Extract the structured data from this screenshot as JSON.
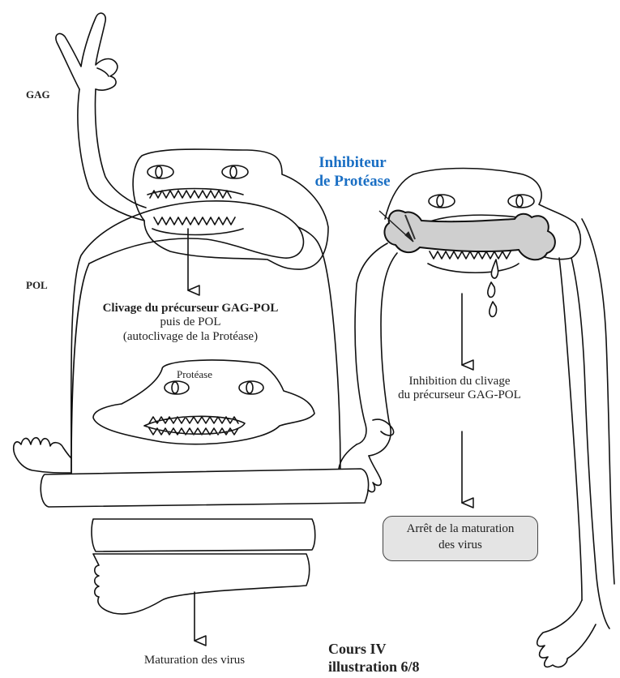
{
  "labels": {
    "gag": "GAG",
    "pol": "POL",
    "inhibitor": [
      "Inhibiteur",
      "de Protéase"
    ],
    "cleavage_title": "Clivage du précurseur GAG-POL",
    "cleavage_line2": "puis de POL",
    "cleavage_line3": "(autoclivage de la Protéase)",
    "protease": "Protéase",
    "inhibition": [
      "Inhibition du clivage",
      "du précurseur GAG-POL"
    ],
    "stop_box": [
      "Arrêt de la maturation",
      "des virus"
    ],
    "maturation": "Maturation des virus",
    "course": [
      "Cours IV",
      "illustration 6/8"
    ]
  },
  "colors": {
    "inhibitor_text": "#1a6fc4",
    "box_fill": "#e4e4e4",
    "bone_fill": "#cfcfcf",
    "outline": "#111111"
  },
  "icons": [
    "peace-hand-icon",
    "eye-icon",
    "teeth-icon",
    "bone-icon",
    "drool-icon",
    "down-arrow-icon"
  ]
}
